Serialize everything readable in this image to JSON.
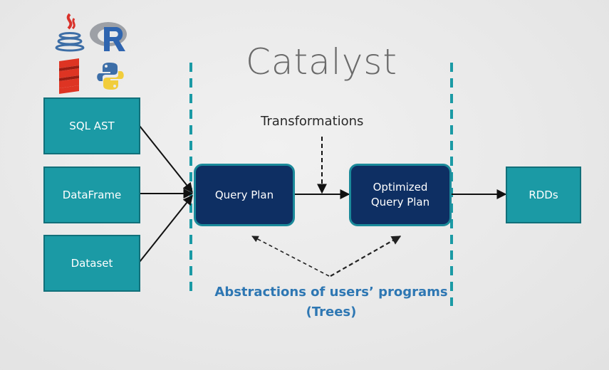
{
  "title": "Catalyst",
  "transformations_label": "Transformations",
  "inputs": [
    {
      "label": "SQL AST"
    },
    {
      "label": "DataFrame"
    },
    {
      "label": "Dataset"
    }
  ],
  "query_plan": "Query Plan",
  "optimized_plan": {
    "line1": "Optimized",
    "line2": "Query Plan"
  },
  "output": "RDDs",
  "abstractions": {
    "line1": "Abstractions of users’ programs",
    "line2": "(Trees)"
  },
  "logos": [
    "java-icon",
    "r-icon",
    "scala-icon",
    "python-icon"
  ],
  "colors": {
    "teal_box": "#1b9aa5",
    "navy_box": "#0e2f63",
    "dashed_divider": "#1b9aa5",
    "caption": "#2e77b3"
  }
}
